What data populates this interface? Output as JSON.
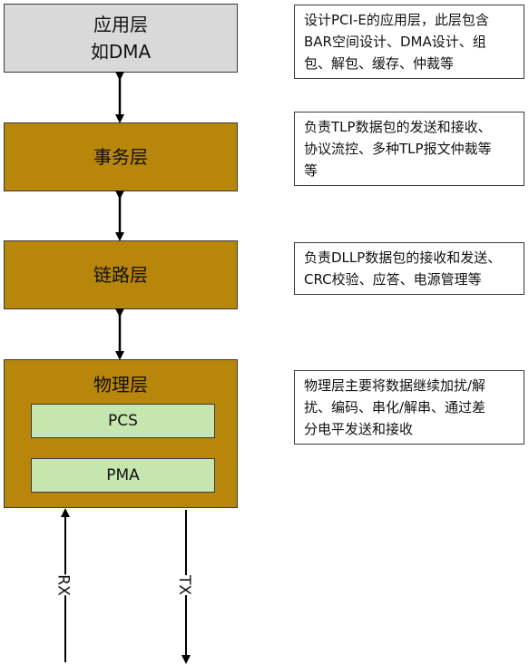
{
  "layers": {
    "application": {
      "line1": "应用层",
      "line2": "如DMA"
    },
    "transaction": {
      "label": "事务层"
    },
    "link": {
      "label": "链路层"
    },
    "physical": {
      "label": "物理层",
      "pcs": "PCS",
      "pma": "PMA"
    }
  },
  "notes": {
    "application": [
      "设计PCI-E的应用层，此层包含",
      "BAR空间设计、DMA设计、组",
      "包、解包、缓存、仲裁等"
    ],
    "transaction": [
      "负责TLP数据包的发送和接收、",
      "协议流控、多种TLP报文仲裁等",
      "等"
    ],
    "link": [
      "负责DLLP数据包的接收和发送、",
      "CRC校验、应答、电源管理等"
    ],
    "physical": [
      "物理层主要将数据继续加扰/解",
      "扰、编码、串化/解串、通过差",
      "分电平发送和接收"
    ]
  },
  "signals": {
    "rx": "RX",
    "tx": "TX"
  },
  "colors": {
    "layer_fill": "#b8860b",
    "app_fill": "#d9d9d9",
    "sublayer_fill": "#c6e6b0"
  }
}
